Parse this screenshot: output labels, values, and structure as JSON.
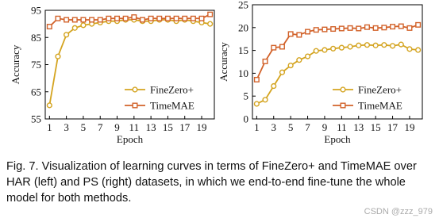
{
  "chart_data": [
    {
      "type": "line",
      "x": [
        1,
        2,
        3,
        4,
        5,
        6,
        7,
        8,
        9,
        10,
        11,
        12,
        13,
        14,
        15,
        16,
        17,
        18,
        19,
        20
      ],
      "xticks": [
        1,
        3,
        5,
        7,
        9,
        11,
        13,
        15,
        17,
        19
      ],
      "yticks": [
        55,
        65,
        75,
        85,
        95
      ],
      "xlabel": "Epoch",
      "ylabel": "Accuracy",
      "xlim": [
        0.5,
        20.5
      ],
      "ylim": [
        55,
        95
      ],
      "legend_position": "bottom-right",
      "grid": false,
      "series": [
        {
          "name": "FineZero+",
          "color": "#d4a420",
          "marker": "circle",
          "values": [
            60,
            78,
            86,
            88.5,
            89.5,
            90,
            90.5,
            91,
            91,
            91.5,
            91.5,
            91,
            91,
            91.5,
            91.5,
            91,
            91.5,
            91,
            90.5,
            90
          ]
        },
        {
          "name": "TimeMAE",
          "color": "#d2622a",
          "marker": "square",
          "values": [
            89,
            92,
            91.5,
            91.5,
            91.5,
            91.5,
            91.5,
            92,
            92,
            92,
            92.5,
            91.5,
            92,
            92,
            92,
            92,
            92,
            92,
            92,
            93.5
          ]
        }
      ]
    },
    {
      "type": "line",
      "x": [
        1,
        2,
        3,
        4,
        5,
        6,
        7,
        8,
        9,
        10,
        11,
        12,
        13,
        14,
        15,
        16,
        17,
        18,
        19,
        20
      ],
      "xticks": [
        1,
        3,
        5,
        7,
        9,
        11,
        13,
        15,
        17,
        19
      ],
      "yticks": [
        0,
        5,
        10,
        15,
        20,
        25
      ],
      "xlabel": "Epoch",
      "ylabel": "Accuracy",
      "xlim": [
        0.5,
        20.5
      ],
      "ylim": [
        0,
        25
      ],
      "legend_position": "bottom-right",
      "grid": false,
      "series": [
        {
          "name": "FineZero+",
          "color": "#d4a420",
          "marker": "circle",
          "values": [
            3.3,
            4.2,
            7.2,
            10.2,
            11.7,
            12.9,
            13.7,
            14.9,
            15.1,
            15.4,
            15.6,
            15.8,
            16.1,
            16.2,
            16.1,
            16.2,
            16.0,
            16.3,
            15.3,
            15.1
          ]
        },
        {
          "name": "TimeMAE",
          "color": "#d2622a",
          "marker": "square",
          "values": [
            8.6,
            12.6,
            15.6,
            15.8,
            18.6,
            18.4,
            19.1,
            19.5,
            19.6,
            19.7,
            19.8,
            19.9,
            19.8,
            20.1,
            19.9,
            20.0,
            20.2,
            20.3,
            19.9,
            20.6
          ]
        }
      ]
    }
  ],
  "caption": "Fig. 7. Visualization of learning curves in terms of FineZero+ and TimeMAE over HAR (left) and PS (right) datasets, in which we end-to-end fine-tune the whole model for both methods.",
  "watermark": "CSDN @zzz_979"
}
